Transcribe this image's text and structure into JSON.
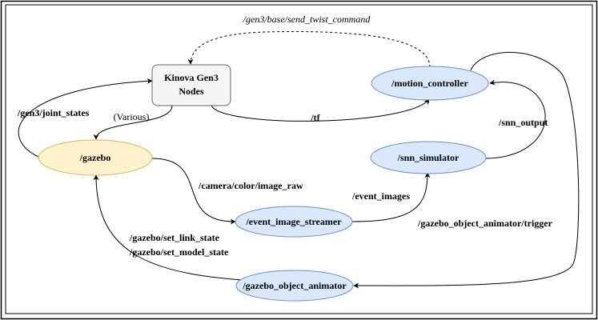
{
  "nodes": {
    "kinova": {
      "line1": "Kinova Gen3",
      "line2": "Nodes",
      "fill": "#f5f5f5",
      "stroke": "#666666"
    },
    "motion_controller": {
      "label": "/motion_controller",
      "fill": "#dae8fc",
      "stroke": "#6c8ebf"
    },
    "gazebo": {
      "label": "/gazebo",
      "fill": "#fff2cc",
      "stroke": "#d6b656"
    },
    "snn_simulator": {
      "label": "/snn_simulator",
      "fill": "#dae8fc",
      "stroke": "#6c8ebf"
    },
    "event_image_streamer": {
      "label": "/event_image_streamer",
      "fill": "#dae8fc",
      "stroke": "#6c8ebf"
    },
    "gazebo_object_animator": {
      "label": "/gazebo_object_animator",
      "fill": "#dae8fc",
      "stroke": "#6c8ebf"
    }
  },
  "edges": {
    "send_twist_command": "/gen3/base/send_twist_command",
    "joint_states": "/gen3/joint_states",
    "various": "(Various)",
    "tf": "/tf",
    "snn_output": "/snn_output",
    "camera_image_raw": "/camera/color/image_raw",
    "event_images": "/event_images",
    "set_link_state": "/gazebo/set_link_state",
    "set_model_state": "/gazebo/set_model_state",
    "animator_trigger": "/gazebo_object_animator/trigger"
  }
}
